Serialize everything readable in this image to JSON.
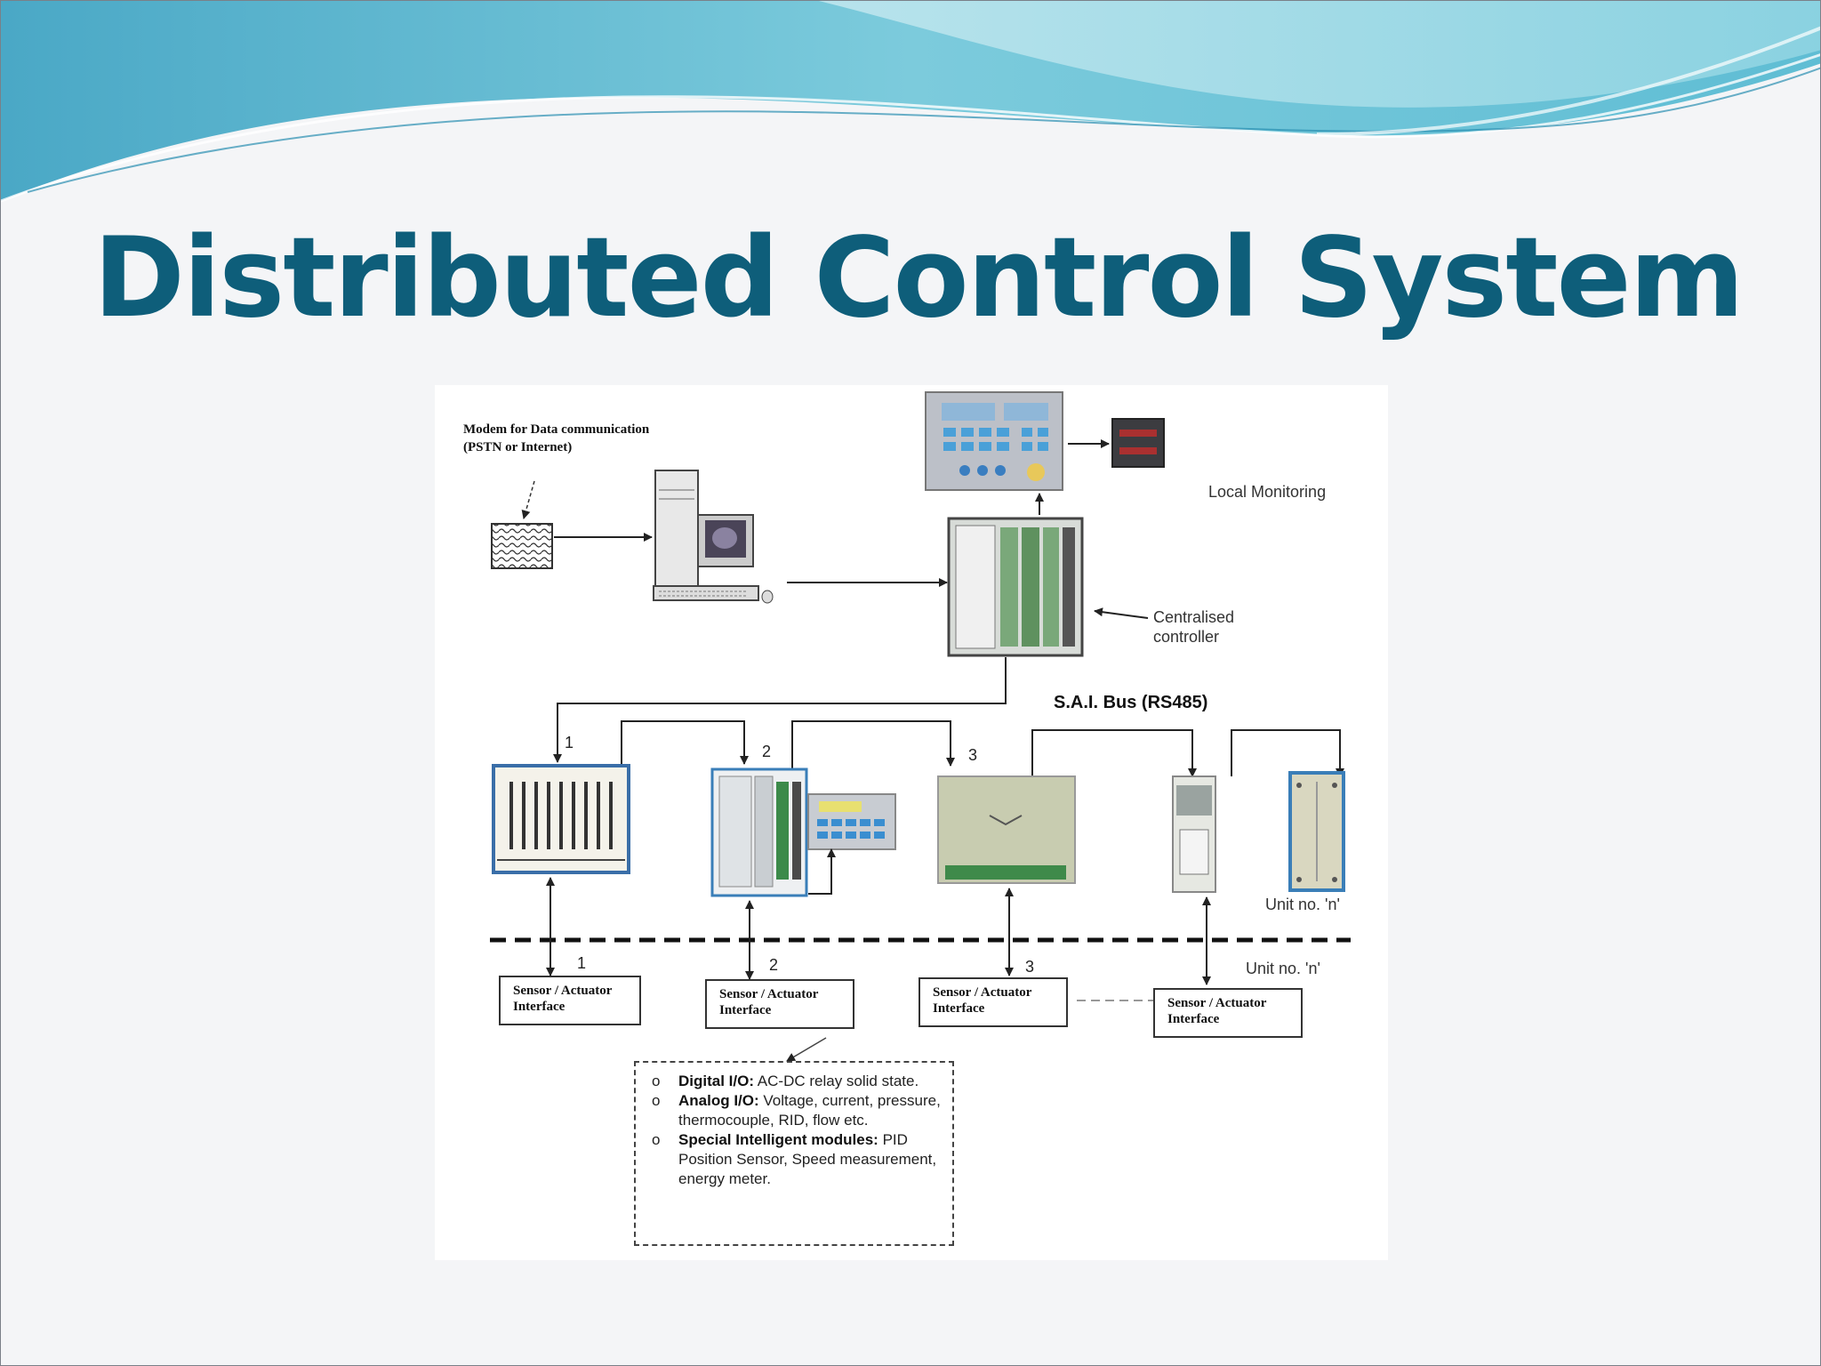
{
  "slide": {
    "title": "Distributed Control System",
    "colors": {
      "title": "#0e5e7a",
      "banner_dark": "#5bb6cf",
      "banner_light": "#aee0ea",
      "background": "#f4f5f7"
    }
  },
  "diagram": {
    "modem_label": "Modem for Data communication (PSTN or Internet)",
    "local_monitoring_label": "Local Monitoring",
    "centralised_controller_label": "Centralised controller",
    "bus_label": "S.A.I. Bus (RS485)",
    "unit_label_top": "Unit no. 'n'",
    "unit_label_bottom": "Unit no. 'n'",
    "unit_numbers_top": [
      "1",
      "2",
      "3"
    ],
    "unit_numbers_bottom": [
      "1",
      "2",
      "3"
    ],
    "interface_label": "Sensor / Actuator Interface",
    "interface_boxes": [
      "Sensor / Actuator Interface",
      "Sensor / Actuator Interface",
      "Sensor / Actuator Interface",
      "Sensor / Actuator Interface"
    ],
    "module_notes": [
      {
        "bullet": "o",
        "heading": "Digital I/O:",
        "text": "AC-DC relay solid state."
      },
      {
        "bullet": "o",
        "heading": "Analog I/O:",
        "text": "Voltage, current, pressure, thermocouple, RID, flow etc."
      },
      {
        "bullet": "o",
        "heading": "Special Intelligent modules:",
        "text": "PID Position Sensor, Speed measurement, energy meter."
      }
    ],
    "icons": [
      "modem-icon",
      "computer-icon",
      "operator-panel-icon",
      "display-icon",
      "controller-rack-icon",
      "io-rack-icon",
      "plc-icon",
      "keypad-icon",
      "module-icon",
      "din-module-icon",
      "enclosure-icon"
    ]
  }
}
